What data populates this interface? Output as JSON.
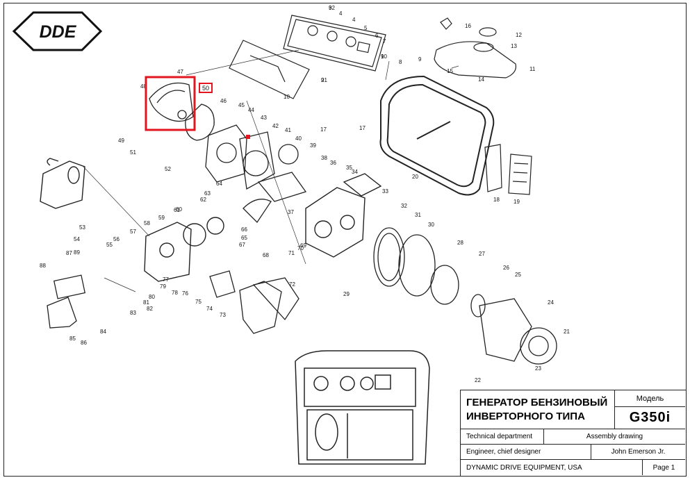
{
  "logo_text": "DDE",
  "title_block": {
    "title_line1": "ГЕНЕРАТОР БЕНЗИНОВЫЙ",
    "title_line2": "ИНВЕРТОРНОГО ТИПА",
    "model_label": "Модель",
    "model_value": "G350i",
    "department": "Technical department",
    "drawing_type": "Assembly drawing",
    "role": "Engineer, chief designer",
    "person": "John Emerson Jr.",
    "company": "DYNAMIC DRIVE EQUIPMENT, USA",
    "page": "Page 1"
  },
  "highlight": {
    "part_label": "50",
    "color": "#e3161f"
  },
  "part_labels": [
    "1",
    "2",
    "3",
    "4",
    "4",
    "5",
    "6",
    "7",
    "8",
    "9",
    "10",
    "11",
    "12",
    "13",
    "14",
    "15",
    "16",
    "17",
    "17",
    "18",
    "19",
    "20",
    "21",
    "22",
    "23",
    "24",
    "25",
    "26",
    "27",
    "28",
    "29",
    "30",
    "31",
    "32",
    "33",
    "34",
    "35",
    "36",
    "37",
    "38",
    "39",
    "40",
    "41",
    "42",
    "43",
    "44",
    "45",
    "46",
    "47",
    "48",
    "49",
    "51",
    "52",
    "53",
    "54",
    "55",
    "56",
    "57",
    "58",
    "59",
    "60",
    "61",
    "62",
    "63",
    "64",
    "65",
    "66",
    "67",
    "68",
    "69",
    "70",
    "71",
    "72",
    "73",
    "74",
    "75",
    "76",
    "77",
    "78",
    "79",
    "80",
    "81",
    "82",
    "83",
    "84",
    "85",
    "86",
    "87",
    "88",
    "89",
    "90",
    "91",
    "92"
  ]
}
